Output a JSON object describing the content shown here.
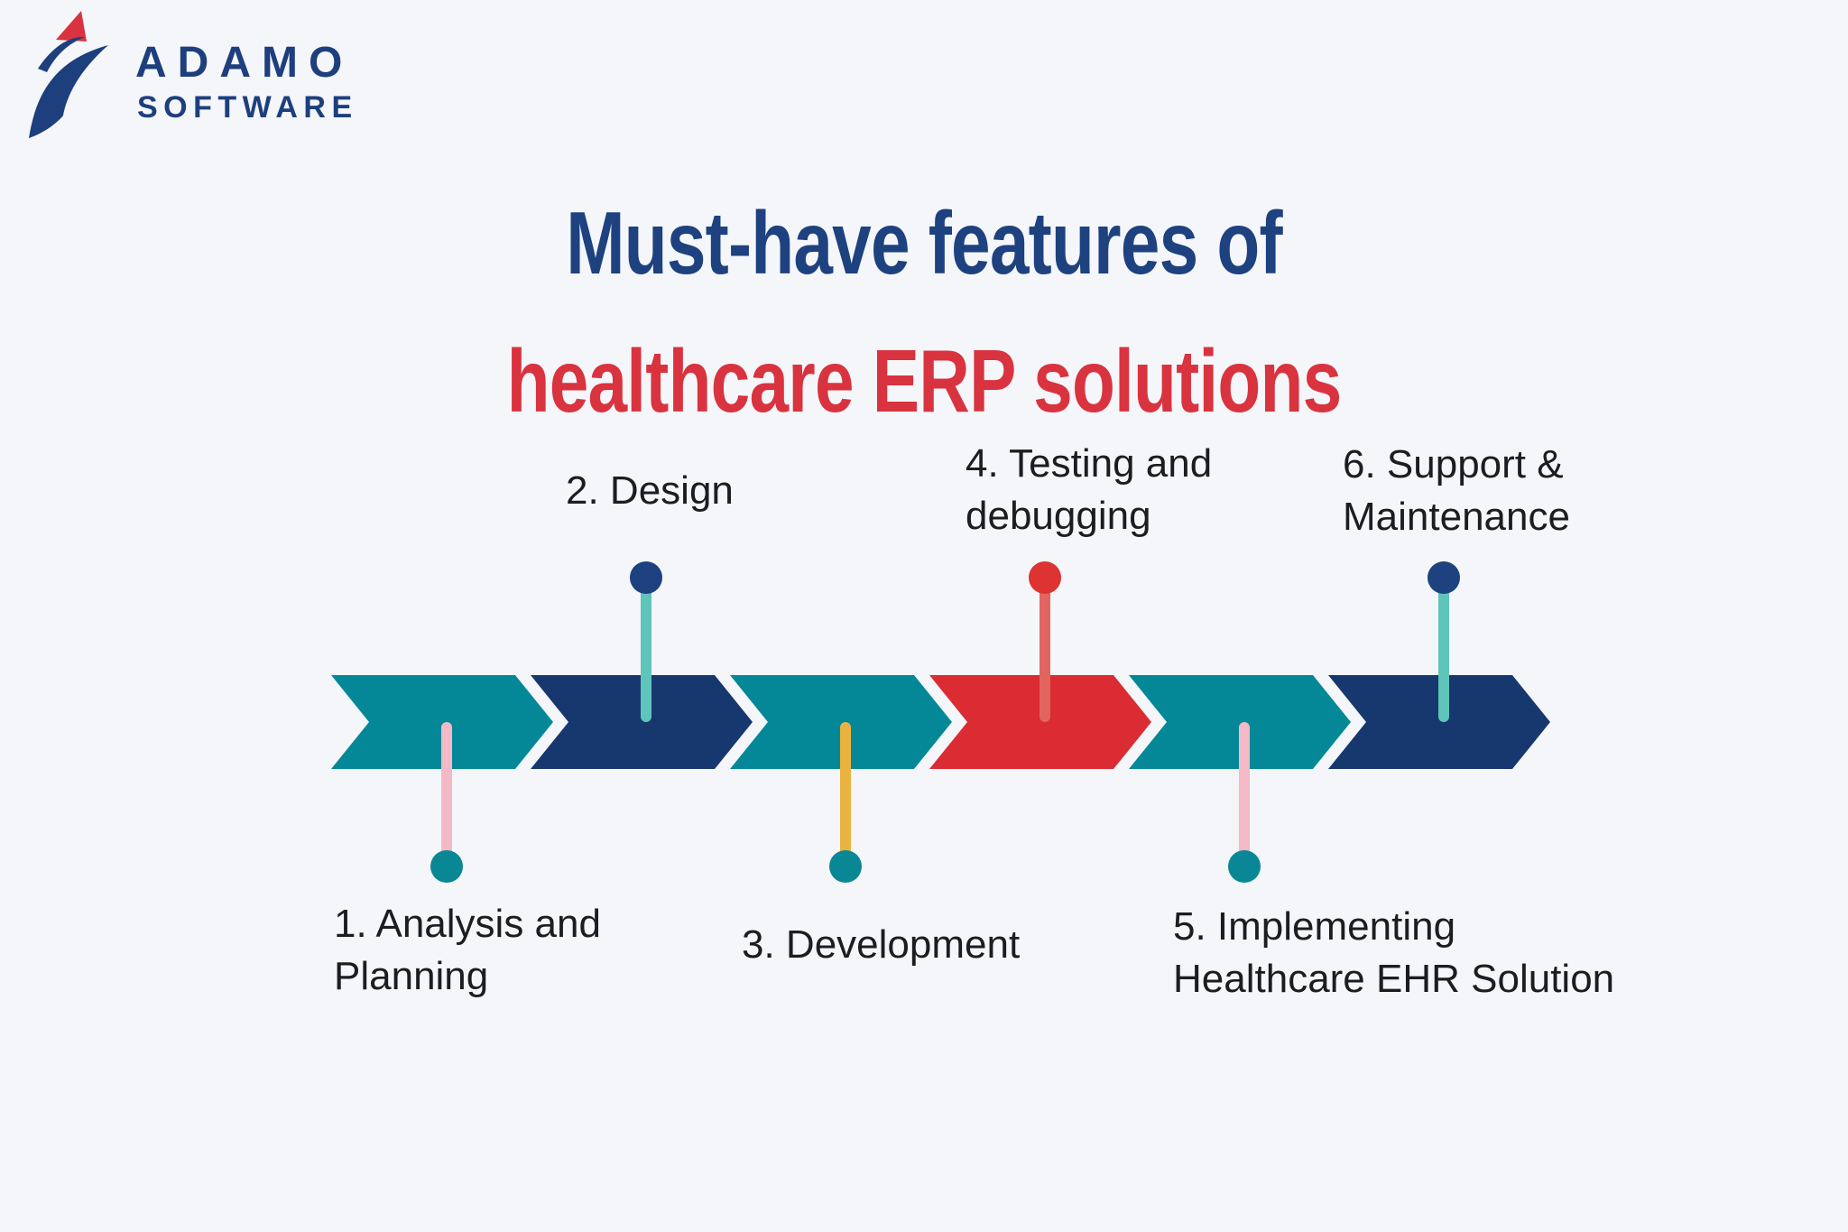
{
  "background": "#f4f6f9",
  "logo": {
    "name": "ADAMO",
    "suffix": "SOFTWARE",
    "text_color": "#1e3f7d",
    "mark_navy": "#1e3f7d",
    "mark_red": "#d93340"
  },
  "title": {
    "line1": "Must-have features of",
    "line2": "healthcare ERP solutions",
    "line1_color": "#1e417f",
    "line2_color": "#d93340"
  },
  "timeline": {
    "label_color": "#1d1d1f",
    "steps": [
      {
        "label_lines": [
          "1. Analysis and",
          "Planning"
        ],
        "side": "below",
        "chevron_color": "#048897",
        "dot_color": "#0a8794",
        "connector_color": "#f3b9c6"
      },
      {
        "label_lines": [
          "2. Design"
        ],
        "side": "above",
        "chevron_color": "#17386e",
        "dot_color": "#1e417f",
        "connector_color": "#5fc4ba"
      },
      {
        "label_lines": [
          "3. Development"
        ],
        "side": "below",
        "chevron_color": "#048897",
        "dot_color": "#0a8794",
        "connector_color": "#eab340"
      },
      {
        "label_lines": [
          "4. Testing and",
          "debugging"
        ],
        "side": "above",
        "chevron_color": "#da2c32",
        "dot_color": "#dd3333",
        "connector_color": "#e2645e"
      },
      {
        "label_lines": [
          "5. Implementing",
          "Healthcare EHR Solution"
        ],
        "side": "below",
        "chevron_color": "#048897",
        "dot_color": "#0a8794",
        "connector_color": "#f3b9c6"
      },
      {
        "label_lines": [
          "6. Support &",
          "Maintenance"
        ],
        "side": "above",
        "chevron_color": "#17386e",
        "dot_color": "#1e417f",
        "connector_color": "#5fc4ba"
      }
    ]
  }
}
